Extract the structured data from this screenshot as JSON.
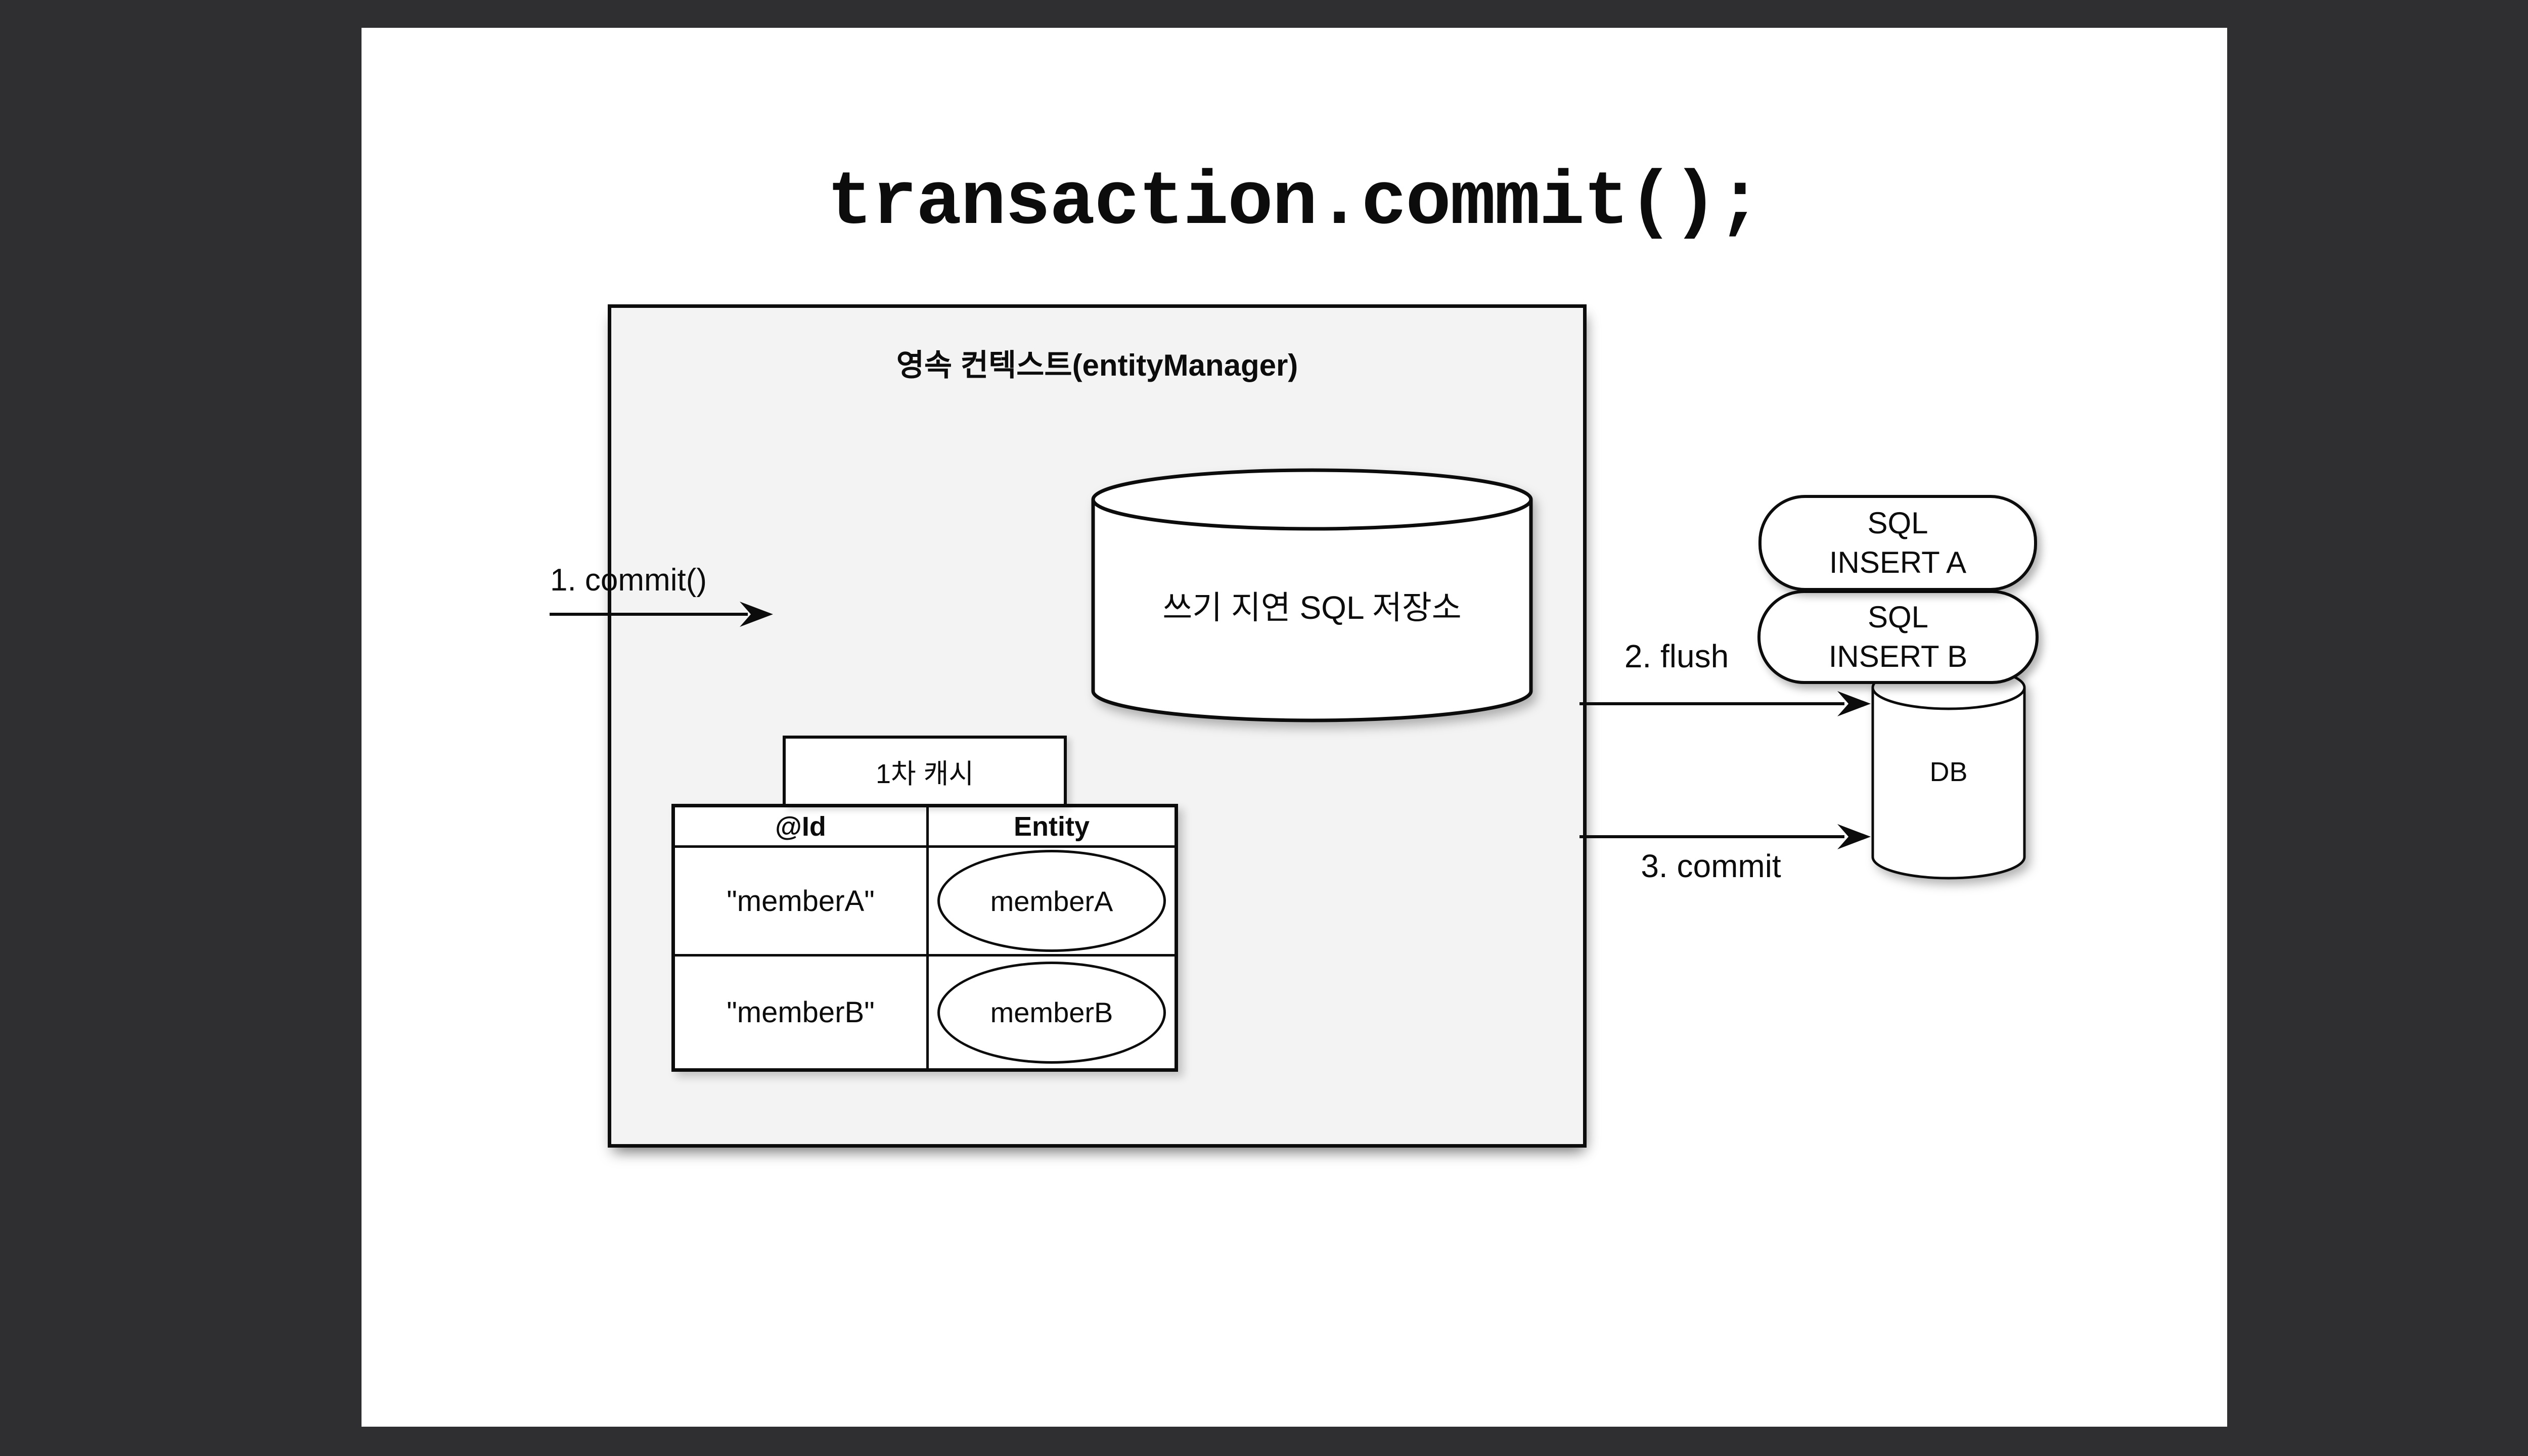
{
  "colors": {
    "backdrop": "#2f2f31",
    "slide_background": "#ffffff",
    "context_box_fill": "#f3f3f3",
    "line_color": "#0c0c0c"
  },
  "title": {
    "text": "transaction.commit();"
  },
  "persistence_context": {
    "label": "영속 컨텍스트(entityManager)"
  },
  "write_behind_store": {
    "label": "쓰기 지연 SQL 저장소"
  },
  "first_level_cache": {
    "tab_label": "1차 캐시",
    "columns": {
      "id": "@Id",
      "entity": "Entity"
    },
    "rows": [
      {
        "id": "\"memberA\"",
        "entity": "memberA"
      },
      {
        "id": "\"memberB\"",
        "entity": "memberB"
      }
    ]
  },
  "flow": {
    "step1_label": "1. commit()",
    "step2_label": "2. flush",
    "step3_label": "3. commit"
  },
  "sql_store_queue": [
    {
      "line1": "SQL",
      "line2": "INSERT A"
    },
    {
      "line1": "SQL",
      "line2": "INSERT B"
    }
  ],
  "database": {
    "label": "DB"
  }
}
